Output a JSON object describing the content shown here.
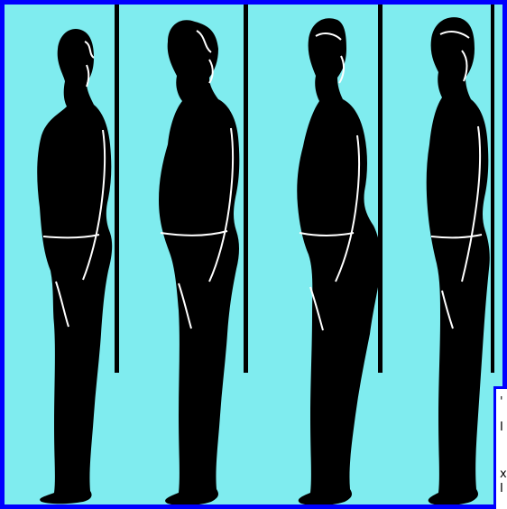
{
  "colors": {
    "background": "#7fecef",
    "border": "#0000ff",
    "figure": "#000000",
    "outline": "#ffffff",
    "pole": "#000000"
  },
  "illustration": {
    "figure_count": 4,
    "figures": [
      {
        "icon": "standing-figure-icon"
      },
      {
        "icon": "standing-figure-icon"
      },
      {
        "icon": "standing-figure-icon"
      },
      {
        "icon": "standing-figure-icon"
      }
    ]
  },
  "corner_overlay": {
    "glyphs": [
      "'",
      "I",
      "x",
      "I"
    ]
  }
}
